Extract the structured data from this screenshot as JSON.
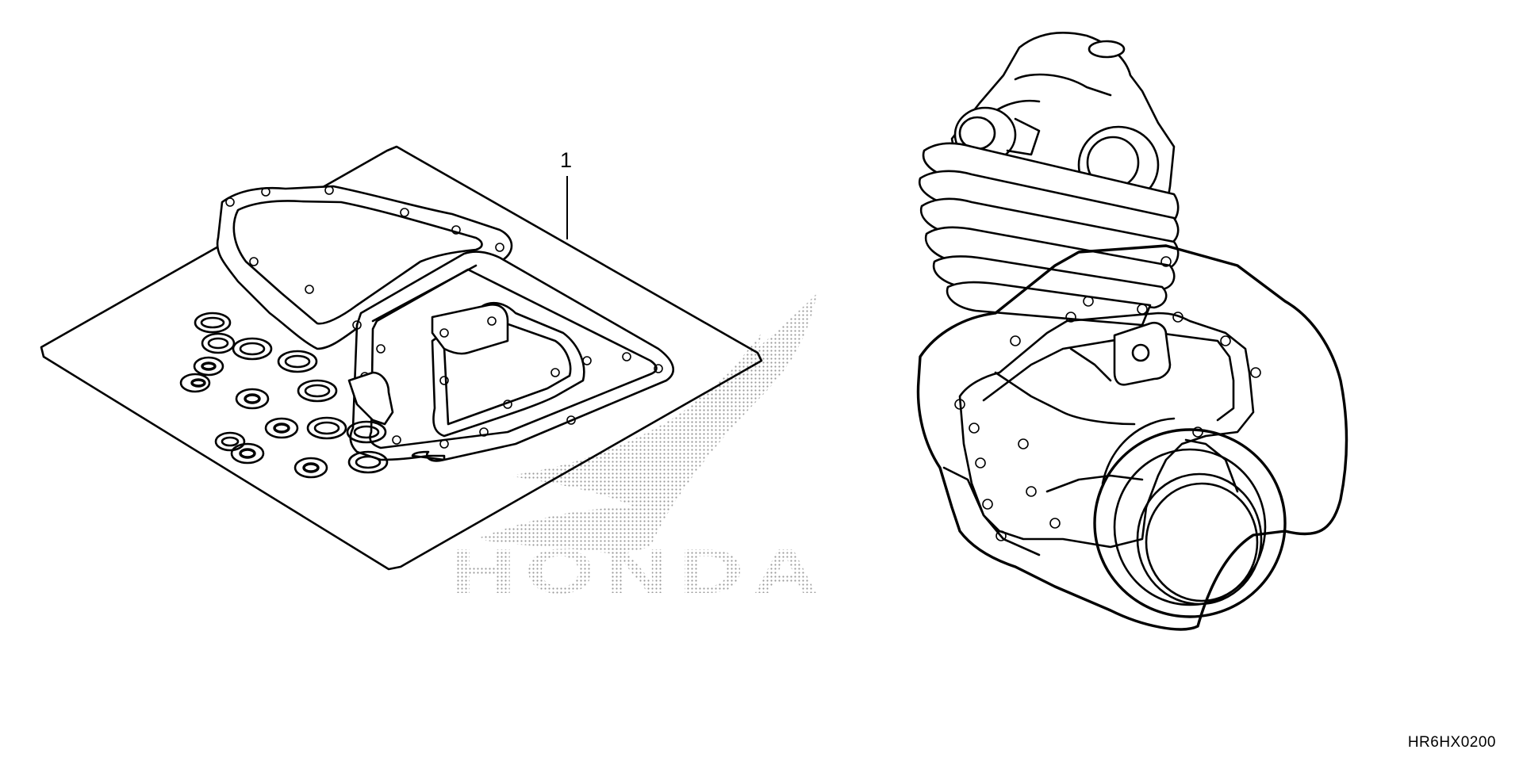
{
  "diagram": {
    "callouts": [
      {
        "label": "1"
      }
    ],
    "drawing_code": "HR6HX0200",
    "watermark": "HONDA",
    "colors": {
      "line": "#000000",
      "background": "#ffffff",
      "dots": "#9a9a9a"
    }
  }
}
